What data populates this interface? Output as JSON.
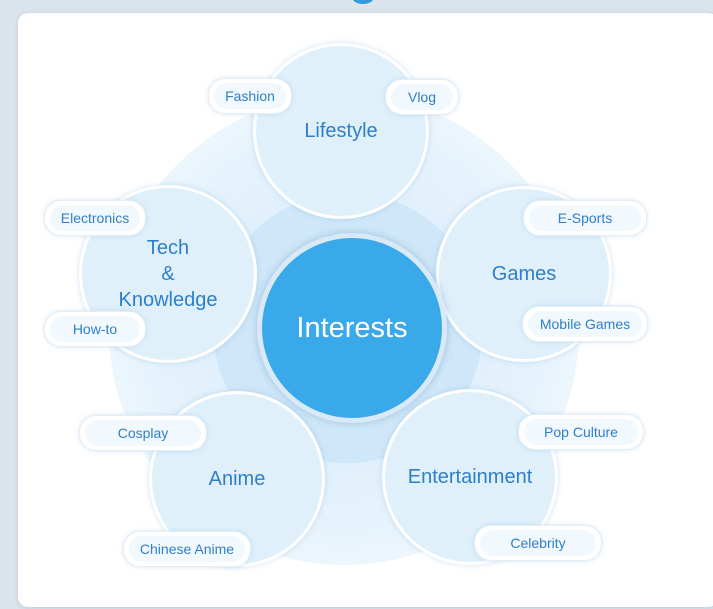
{
  "center": {
    "label": "Interests"
  },
  "categories": [
    {
      "label": "Lifestyle",
      "subtopics": [
        "Fashion",
        "Vlog"
      ]
    },
    {
      "label": "Games",
      "subtopics": [
        "E-Sports",
        "Mobile Games"
      ]
    },
    {
      "label": "Entertainment",
      "subtopics": [
        "Pop Culture",
        "Celebrity"
      ]
    },
    {
      "label": "Anime",
      "subtopics": [
        "Cosplay",
        "Chinese Anime"
      ]
    },
    {
      "label_lines": [
        "Tech",
        "&",
        "Knowledge"
      ],
      "subtopics": [
        "Electronics",
        "How-to"
      ]
    }
  ],
  "colors": {
    "hub": "#3aa9ea",
    "node_fill": "#dff0fb",
    "text": "#2e7fcb",
    "page_background": "#dbe3ec"
  }
}
